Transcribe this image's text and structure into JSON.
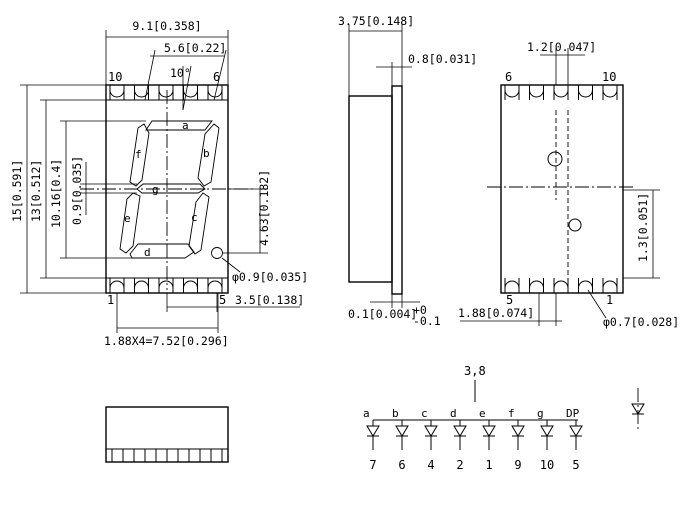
{
  "front_view": {
    "width_dim": "9.1[0.358]",
    "digit_width_dim": "5.6[0.22]",
    "slant_dim": "10°",
    "height_dim": "15[0.591]",
    "window_height_dim": "13[0.512]",
    "digit_height_dim": "10.16[0.4]",
    "segment_width_dim": "0.9[0.035]",
    "dp_offset_dim": "4.63[0.182]",
    "dp_diameter_dim": "φ0.9[0.035]",
    "pin_offset_dim": "3.5[0.138]",
    "pitch_dim": "1.88X4=7.52[0.296]",
    "pin_top_left": "10",
    "pin_top_right": "6",
    "pin_bottom_left": "1",
    "pin_bottom_right": "5",
    "segments": [
      "a",
      "b",
      "c",
      "d",
      "e",
      "f",
      "g"
    ]
  },
  "side_view": {
    "depth_dim": "3.75[0.148]",
    "lead_dim": "0.8[0.031]",
    "tolerance_base": "0.1[0.004]",
    "tolerance_plus": "+0",
    "tolerance_minus": "-0.1"
  },
  "back_view": {
    "pitch_dim": "1.2[0.047]",
    "pad_height_dim": "1.3[0.051]",
    "pad_offset_dim": "1.88[0.074]",
    "hole_dim": "φ0.7[0.028]",
    "pin_top_left": "6",
    "pin_top_right": "10",
    "pin_bottom_left": "5",
    "pin_bottom_right": "1"
  },
  "circuit": {
    "common_pins": "3,8",
    "segments": [
      {
        "label": "a",
        "pin": "7"
      },
      {
        "label": "b",
        "pin": "6"
      },
      {
        "label": "c",
        "pin": "4"
      },
      {
        "label": "d",
        "pin": "2"
      },
      {
        "label": "e",
        "pin": "1"
      },
      {
        "label": "f",
        "pin": "9"
      },
      {
        "label": "g",
        "pin": "10"
      },
      {
        "label": "DP",
        "pin": "5"
      }
    ]
  }
}
